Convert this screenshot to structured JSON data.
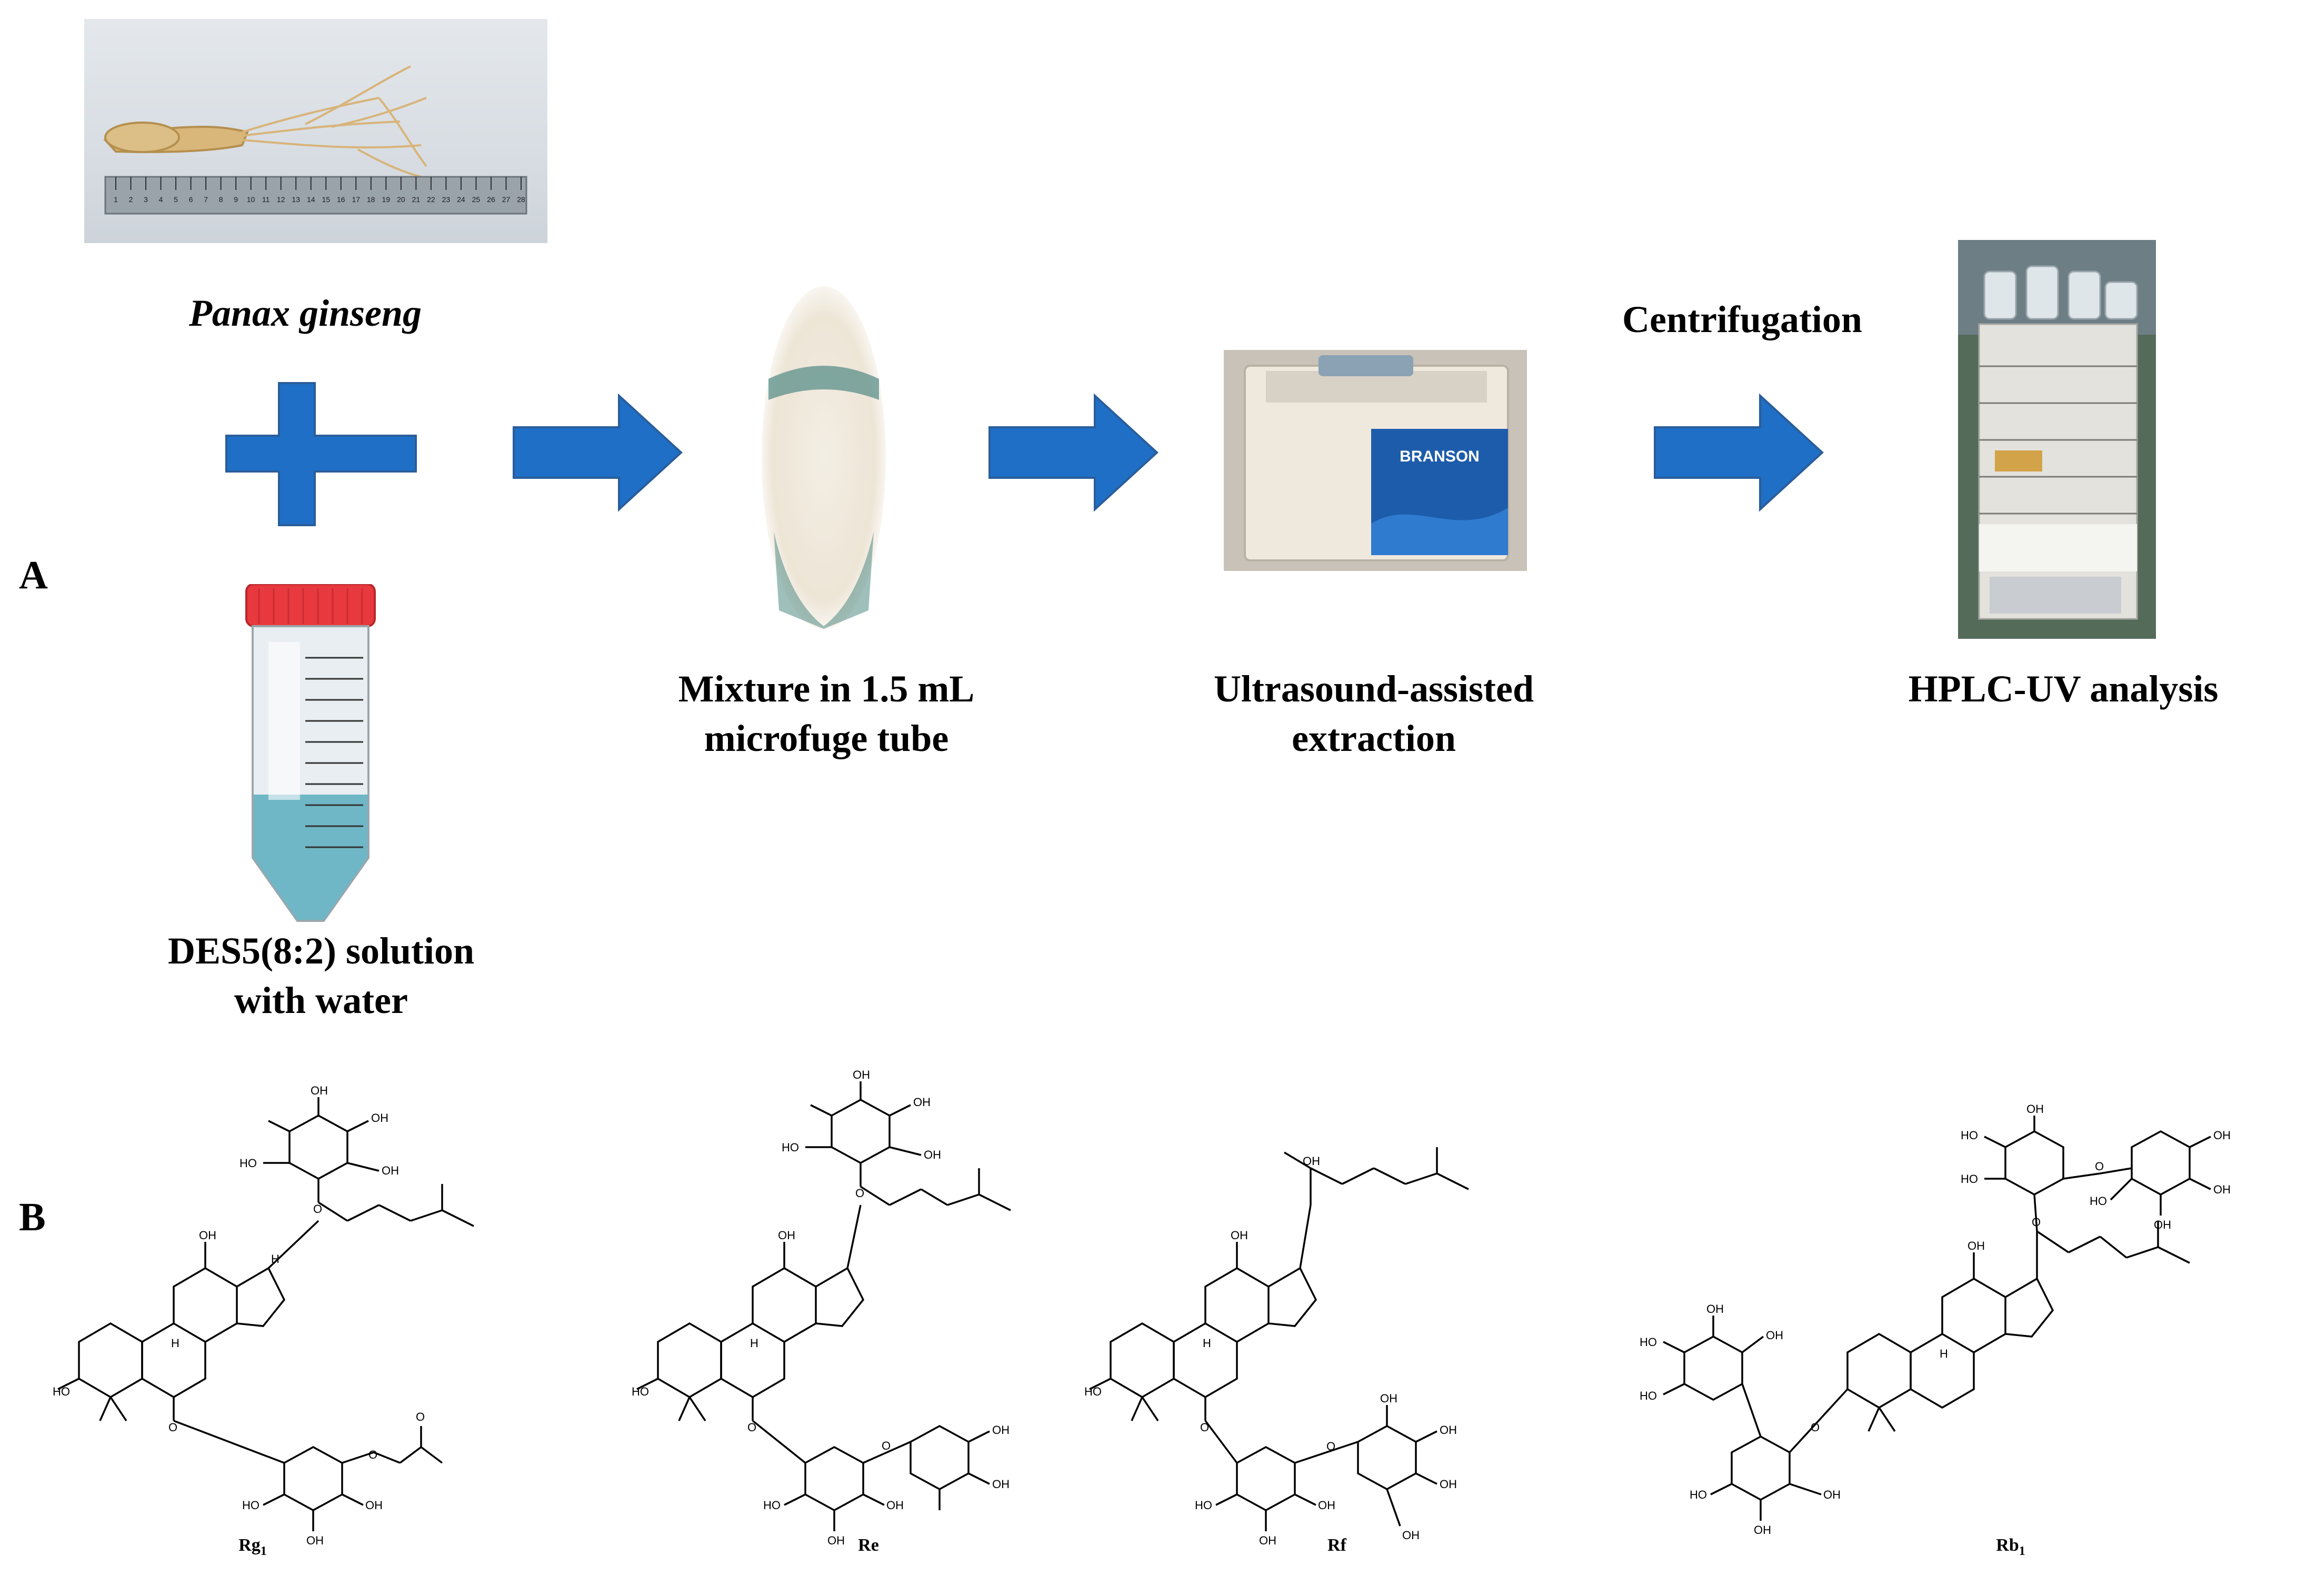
{
  "colors": {
    "arrow_blue": "#1f6fc6",
    "arrow_edge": "#2a5d9a",
    "tube_cap": "#e8393e",
    "tube_liquid": "#6fb7c6",
    "branson_blue": "#1d5cab",
    "ink": "#000000"
  },
  "panel_a": {
    "letter": "A",
    "ginseng_caption": "Panax ginseng",
    "tube_caption": "DES5(8:2) solution\nwith water",
    "mixture_caption": "Mixture in 1.5 mL\nmicrofuge tube",
    "ultrasound_caption": "Ultrasound-assisted\nextraction",
    "centrifugation_label": "Centrifugation",
    "hplc_caption": "HPLC-UV analysis",
    "bath_brand": "BRANSON",
    "ruler_numbers": [
      "1",
      "2",
      "3",
      "4",
      "5",
      "6",
      "7",
      "8",
      "9",
      "10",
      "11",
      "12",
      "13",
      "14",
      "15",
      "16",
      "17",
      "18",
      "19",
      "20",
      "21",
      "22",
      "23",
      "24",
      "25",
      "26",
      "27",
      "28"
    ],
    "icons": [
      "plus-icon",
      "arrow-right-icon"
    ]
  },
  "panel_b": {
    "letter": "B",
    "molecules": [
      {
        "name": "Rg",
        "sub": "1"
      },
      {
        "name": "Re",
        "sub": ""
      },
      {
        "name": "Rf",
        "sub": ""
      },
      {
        "name": "Rb",
        "sub": "1"
      }
    ],
    "atom_labels": {
      "hydroxyl": "OH",
      "hydroxyl_left": "HO",
      "hydrogen": "H",
      "oxygen": "O"
    }
  }
}
